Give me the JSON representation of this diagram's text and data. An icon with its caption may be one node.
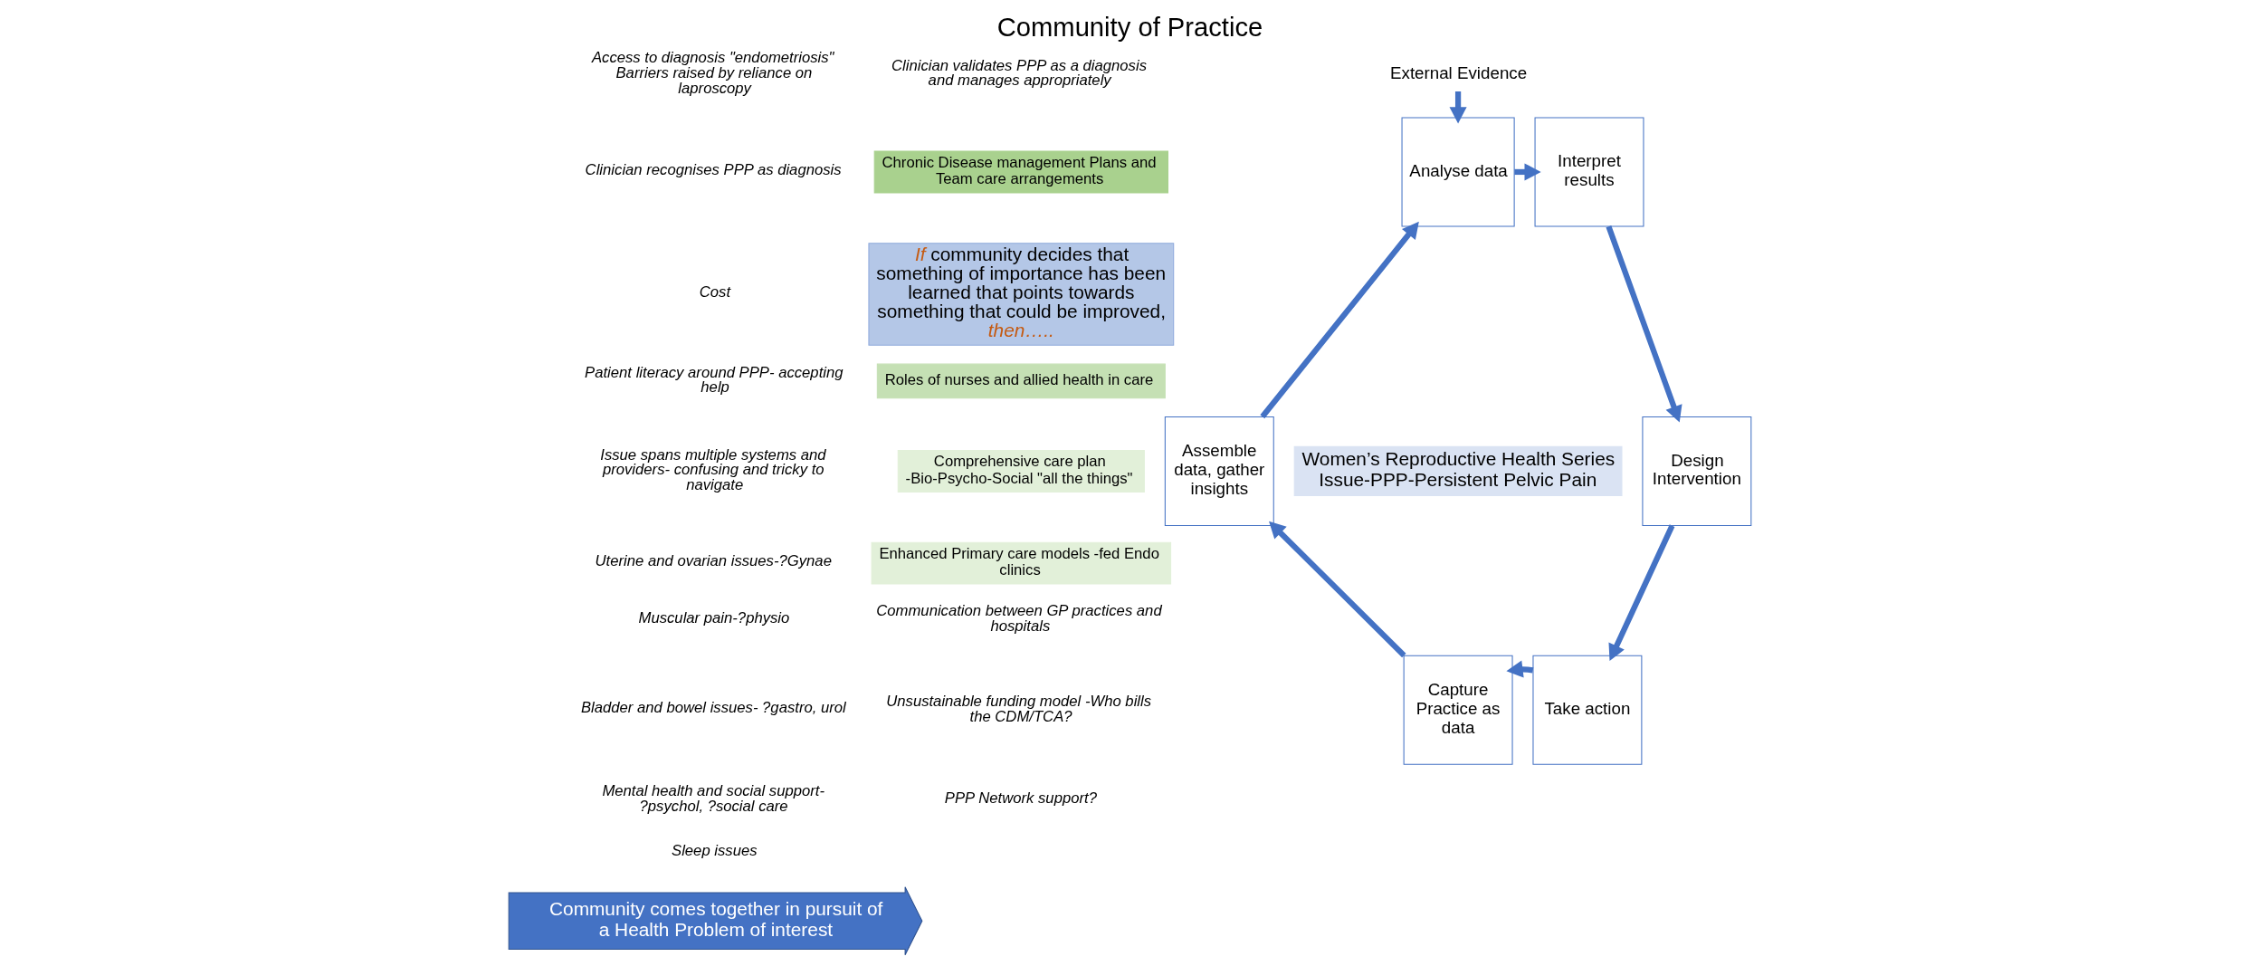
{
  "diagram": {
    "title": "Community of Practice",
    "nodes": [
      {
        "text": [
          "Analyse data"
        ]
      },
      {
        "text": [
          "Interpret results"
        ]
      },
      {
        "text": [
          "Design Intervention"
        ]
      },
      {
        "text": [
          "Take action"
        ]
      },
      {
        "text": [
          "Capture Practice as data"
        ]
      },
      {
        "text": [
          "Assemble data, gather insights"
        ]
      },
      {
        "text": [
          "External Evidence"
        ]
      },
      {
        "text": [
          "Community comes together in pursuit of a Health Problem of interest"
        ]
      },
      {
        "text": [
          "Women’s Reproductive Health Series Issue-PPP-Persistent Pelvic Pain"
        ]
      },
      {
        "text": [
          "Chronic Disease management Plans and Team care arrangements"
        ]
      },
      {
        "text": [
          "*If* community decides that something of importance has been learned that points towards something that could be improved, *then…..*"
        ]
      },
      {
        "text": [
          "Roles of nurses and allied health in care"
        ]
      },
      {
        "text": [
          "Comprehensive care plan -Bio-Psycho-Social \"all the things\""
        ]
      },
      {
        "text": [
          "Enhanced Primary care models -fed Endo clinics"
        ]
      }
    ],
    "edges": [
      {
        "from": 0,
        "to": 1,
        "arrow": "to"
      },
      {
        "from": 1,
        "to": 2,
        "arrow": "to"
      },
      {
        "from": 2,
        "to": 3,
        "arrow": "to"
      },
      {
        "from": 3,
        "to": 4,
        "arrow": "to"
      },
      {
        "from": 4,
        "to": 5,
        "arrow": "to"
      },
      {
        "from": 5,
        "to": 0,
        "arrow": "to"
      },
      {
        "from": 6,
        "to": 0,
        "arrow": "to"
      }
    ],
    "labels": [
      "Access to diagnosis \"endometriosis\" Barriers raised by reliance on laproscopy",
      "Clinician validates PPP as a diagnosis and manages appropriately",
      "Clinician recognises PPP as diagnosis",
      "Cost",
      "Patient literacy around PPP- accepting help",
      "Issue spans multiple systems and providers- confusing and tricky to navigate",
      "Uterine and ovarian issues-?Gynae",
      "Muscular pain-?physio",
      "Bladder and bowel issues- ?gastro, urol",
      "Mental health and social support- ?psychol, ?social care",
      "Sleep issues",
      "Communication between GP practices and hospitals",
      "Unsustainable funding model -Who bills the CDM/TCA?",
      "PPP Network support?"
    ]
  }
}
